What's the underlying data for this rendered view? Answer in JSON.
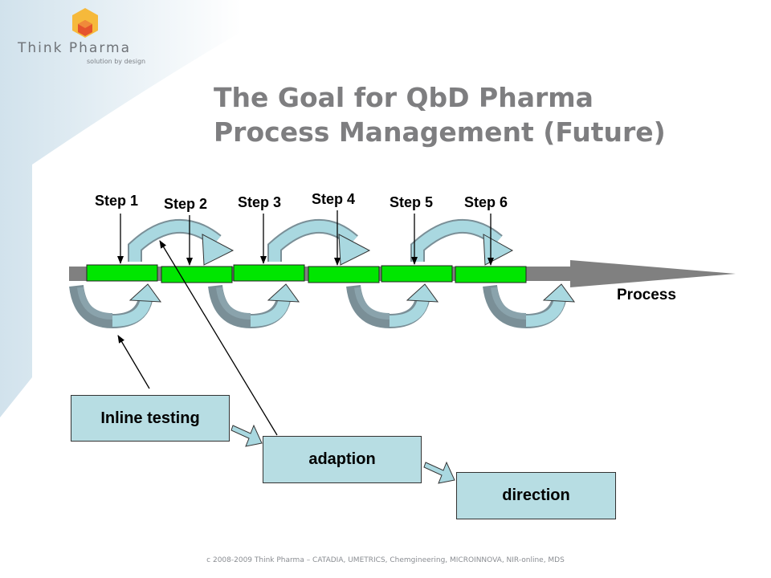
{
  "logo": {
    "name": "Think Pharma",
    "tagline": "solution by design"
  },
  "title": {
    "line1": "The Goal for QbD Pharma",
    "line2": "Process Management (Future)"
  },
  "steps": [
    "Step 1",
    "Step 2",
    "Step 3",
    "Step 4",
    "Step 5",
    "Step 6"
  ],
  "process_label": "Process",
  "boxes": {
    "inline_testing": "Inline testing",
    "adaption": "adaption",
    "direction": "direction"
  },
  "footer": "c 2008-2009 Think Pharma – CATADIA, UMETRICS, Chemgineering, MICROINNOVA, NIR-online, MDS",
  "colors": {
    "step_segment": "#00e600",
    "process_arrow": "#808080",
    "arrow_fill": "#a9d8e0",
    "arrow_dark": "#7a8f97",
    "box_fill": "#b7dde3"
  }
}
